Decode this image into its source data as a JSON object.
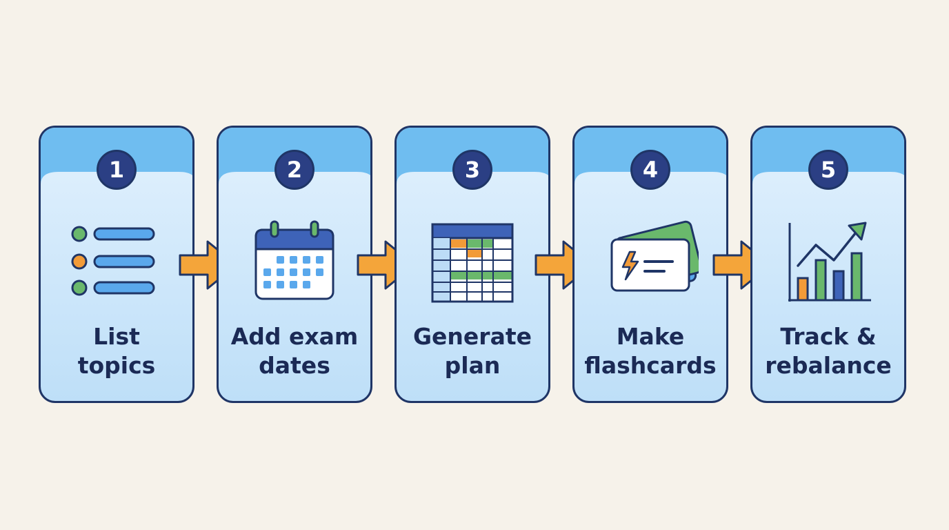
{
  "steps": [
    {
      "number": "1",
      "line1": "List",
      "line2": "topics",
      "icon": "list-icon"
    },
    {
      "number": "2",
      "line1": "Add exam",
      "line2": "dates",
      "icon": "calendar-icon"
    },
    {
      "number": "3",
      "line1": "Generate",
      "line2": "plan",
      "icon": "schedule-grid-icon"
    },
    {
      "number": "4",
      "line1": "Make",
      "line2": "flashcards",
      "icon": "flashcards-icon"
    },
    {
      "number": "5",
      "line1": "Track &",
      "line2": "rebalance",
      "icon": "growth-chart-icon"
    }
  ],
  "colors": {
    "background": "#f6f2ea",
    "card_fill": "#d6ebfb",
    "card_header": "#6fbdf0",
    "outline": "#1f3566",
    "badge": "#2b3f84",
    "arrow": "#f4a53a",
    "green": "#6ab86c",
    "orange": "#f29b38",
    "blue": "#5aa8ec"
  }
}
